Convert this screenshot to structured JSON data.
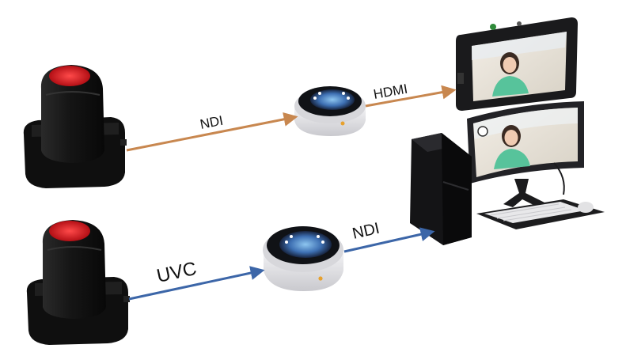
{
  "labels": {
    "top_input": "NDI",
    "top_output": "HDMI",
    "bottom_input": "UVC",
    "bottom_output": "NDI"
  },
  "colors": {
    "ndi_arrow": "#c8874f",
    "uvc_arrow": "#3c66a8",
    "camera_led": "#e3242b",
    "device_body": "#e9e9ec"
  },
  "icons": {
    "camera": "ptz-camera-icon",
    "converter": "ndi-encoder-decoder-icon",
    "tablet_monitor": "field-monitor-icon",
    "desktop_pc": "desktop-pc-icon"
  }
}
